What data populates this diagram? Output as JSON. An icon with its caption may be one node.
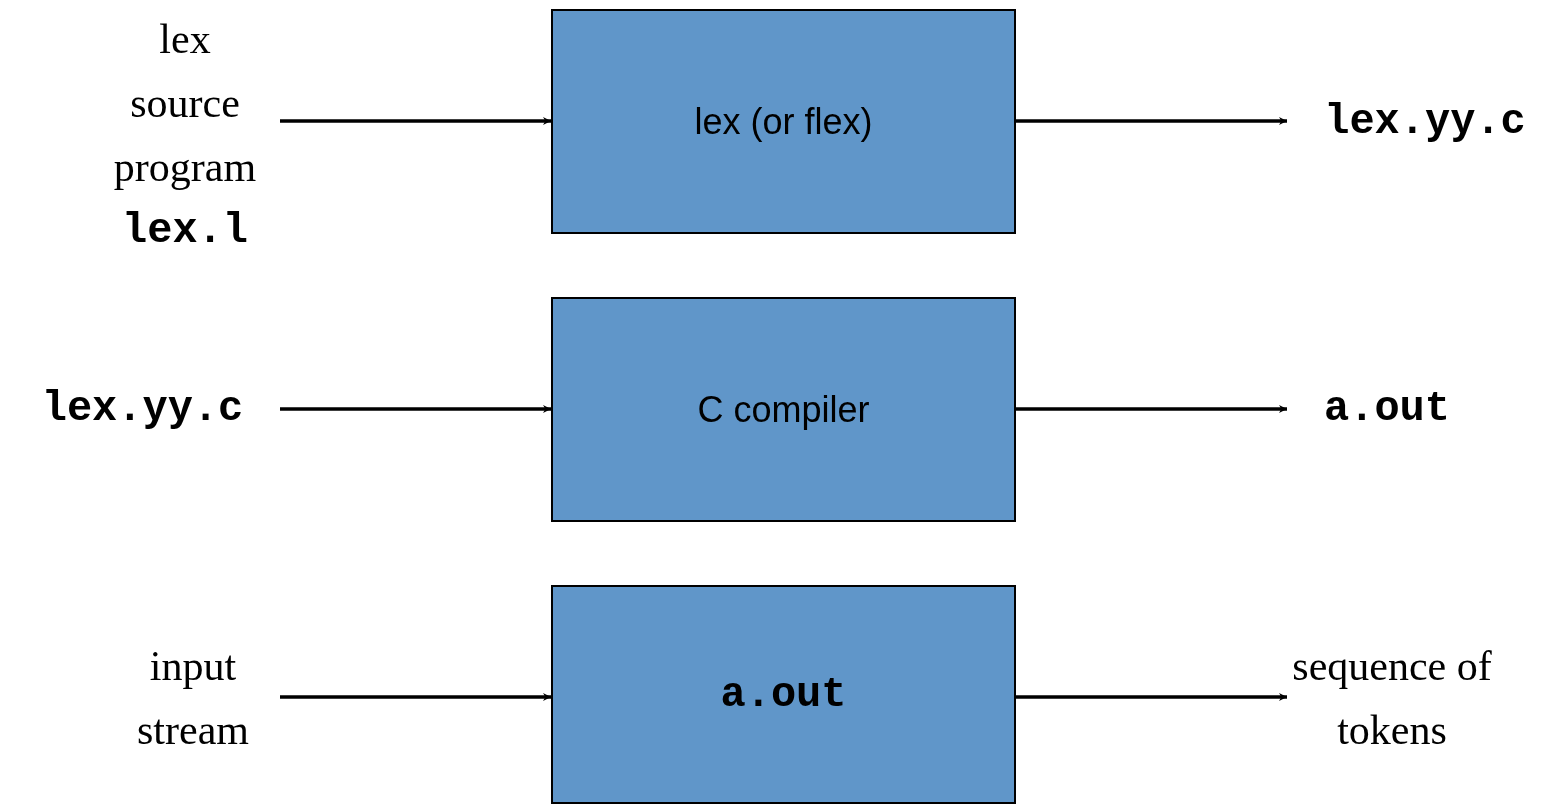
{
  "diagram": {
    "nodes": [
      {
        "text": [
          "lex source program",
          "lex.l"
        ]
      },
      {
        "text": [
          "lex (or flex)"
        ]
      },
      {
        "text": [
          "lex.yy.c"
        ]
      },
      {
        "text": [
          "lex.yy.c"
        ]
      },
      {
        "text": [
          "C compiler"
        ]
      },
      {
        "text": [
          "a.out"
        ]
      },
      {
        "text": [
          "input stream"
        ]
      },
      {
        "text": [
          "a.out"
        ]
      },
      {
        "text": [
          "sequence of tokens"
        ]
      }
    ],
    "edges": [
      {
        "from": 0,
        "to": 1,
        "arrow": "to"
      },
      {
        "from": 1,
        "to": 2,
        "arrow": "to"
      },
      {
        "from": 3,
        "to": 4,
        "arrow": "to"
      },
      {
        "from": 4,
        "to": 5,
        "arrow": "to"
      },
      {
        "from": 6,
        "to": 7,
        "arrow": "to"
      },
      {
        "from": 7,
        "to": 8,
        "arrow": "to"
      }
    ]
  }
}
